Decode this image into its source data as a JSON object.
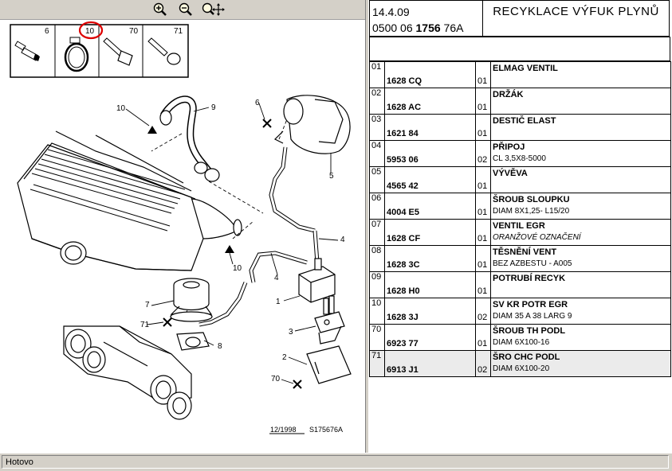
{
  "toolbar": {
    "buttons": [
      {
        "name": "zoom-in-icon"
      },
      {
        "name": "zoom-out-icon"
      },
      {
        "name": "zoom-pan-icon"
      }
    ]
  },
  "diagram": {
    "thumbs": [
      "6",
      "10",
      "70",
      "71"
    ],
    "callouts": [
      "10",
      "9",
      "6",
      "5",
      "4",
      "4",
      "10",
      "1",
      "7",
      "71",
      "3",
      "8",
      "2",
      "70"
    ],
    "footer_date": "12/1998",
    "footer_code": "S175676A"
  },
  "header": {
    "date": "14.4.09",
    "code_prefix": "0500 06",
    "code_bold": "1756",
    "code_suffix": "76A",
    "title": "RECYKLACE VÝFUK PLYNŮ"
  },
  "parts": [
    {
      "ref": "01",
      "number": "1628 CQ",
      "qty": "01",
      "name": "ELMAG VENTIL",
      "detail": "",
      "detail_italic": false
    },
    {
      "ref": "02",
      "number": "1628 AC",
      "qty": "01",
      "name": "DRŽÁK",
      "detail": "",
      "detail_italic": false
    },
    {
      "ref": "03",
      "number": "1621 84",
      "qty": "01",
      "name": "DESTIČ ELAST",
      "detail": "",
      "detail_italic": false
    },
    {
      "ref": "04",
      "number": "5953 06",
      "qty": "02",
      "name": "PŘIPOJ",
      "detail": "CL 3,5X8-5000",
      "detail_italic": false
    },
    {
      "ref": "05",
      "number": "4565 42",
      "qty": "01",
      "name": "VÝVĚVA",
      "detail": "",
      "detail_italic": false
    },
    {
      "ref": "06",
      "number": "4004 E5",
      "qty": "01",
      "name": "ŠROUB SLOUPKU",
      "detail": "DIAM 8X1,25- L15/20",
      "detail_italic": false
    },
    {
      "ref": "07",
      "number": "1628 CF",
      "qty": "01",
      "name": "VENTIL EGR",
      "detail": "ORANŽOVÉ OZNAČENÍ",
      "detail_italic": true
    },
    {
      "ref": "08",
      "number": "1628 3C",
      "qty": "01",
      "name": "TĚSNĚNÍ VENT",
      "detail": "BEZ AZBESTU - A005",
      "detail_italic": false
    },
    {
      "ref": "09",
      "number": "1628 H0",
      "qty": "01",
      "name": "POTRUBÍ RECYK",
      "detail": "",
      "detail_italic": false
    },
    {
      "ref": "10",
      "number": "1628 3J",
      "qty": "02",
      "name": "SV KR POTR EGR",
      "detail": "DIAM 35 A 38 LARG 9",
      "detail_italic": false
    },
    {
      "ref": "70",
      "number": "6923 77",
      "qty": "01",
      "name": "ŠROUB TH PODL",
      "detail": "DIAM 6X100-16",
      "detail_italic": false
    },
    {
      "ref": "71",
      "number": "6913 J1",
      "qty": "02",
      "name": "ŠRO CHC PODL",
      "detail": "DIAM 6X100-20",
      "detail_italic": false
    }
  ],
  "status": {
    "text": "Hotovo"
  },
  "colors": {
    "highlight_circle": "#dd0000",
    "selected_row": "#ebebeb",
    "chrome": "#d4d0c8"
  }
}
